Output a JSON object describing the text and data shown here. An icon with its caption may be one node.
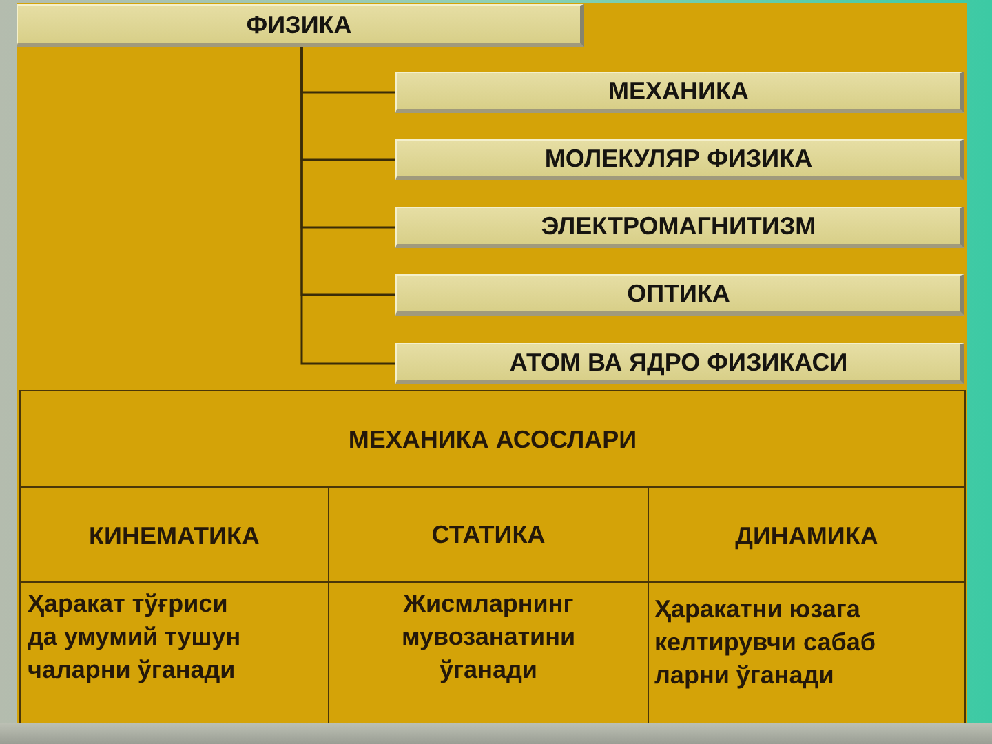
{
  "diagram": {
    "nodes": [
      {
        "text": [
          "ФИЗИКА"
        ]
      },
      {
        "text": [
          "МЕХАНИКА"
        ]
      },
      {
        "text": [
          "МОЛЕКУЛЯР ФИЗИКА"
        ]
      },
      {
        "text": [
          "ЭЛЕКТРОМАГНИТИЗМ"
        ]
      },
      {
        "text": [
          "ОПТИКА"
        ]
      },
      {
        "text": [
          "АТОМ ВА ЯДРО ФИЗИКАСИ"
        ]
      }
    ],
    "edges": [
      {
        "from": 0,
        "to": 1,
        "arrow": "none"
      },
      {
        "from": 0,
        "to": 2,
        "arrow": "none"
      },
      {
        "from": 0,
        "to": 3,
        "arrow": "none"
      },
      {
        "from": 0,
        "to": 4,
        "arrow": "none"
      },
      {
        "from": 0,
        "to": 5,
        "arrow": "none"
      }
    ],
    "labels": [
      "МЕХАНИКА АСОСЛАРИ",
      "КИНЕМАТИКА",
      "СТАТИКА",
      "ДИНАМИКА",
      "Ҳаракат тўғриси да умумий тушун чаларни ўганади",
      "Жисмларнинг мувозанатини ўганади",
      "Ҳаракатни юзага келтирувчи сабаб ларни ўганади"
    ]
  }
}
